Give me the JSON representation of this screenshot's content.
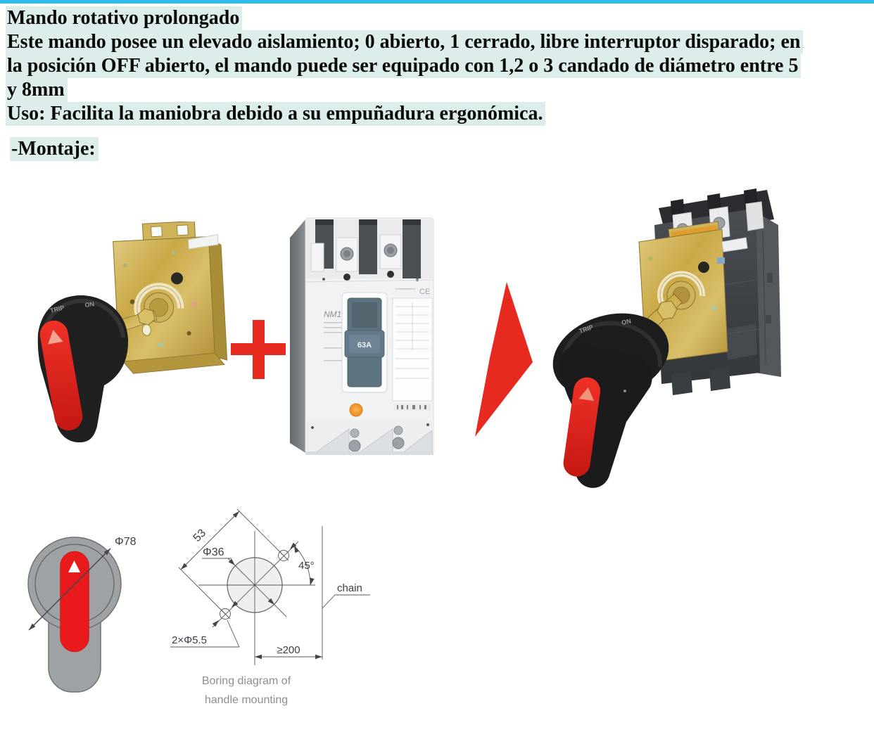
{
  "header": {
    "title": "Mando rotativo prolongado",
    "body_lines": [
      "Este mando posee un elevado aislamiento; 0 abierto, 1 cerrado, libre interruptor disparado; en",
      "la posición OFF abierto, el mando puede ser equipado con 1,2 o 3 candado de diámetro entre 5",
      "y 8mm"
    ],
    "uso_line": "Uso: Facilita la maniobra debido a su empuñadura ergonómica.",
    "montaje_label": "-Montaje:"
  },
  "assembly_figure": {
    "plus_sign": "+",
    "handle_trip_label": "TRIP",
    "handle_on_label": "ON",
    "breaker_model": "NM1",
    "breaker_rating": "63A",
    "breaker_ce_mark": "CE"
  },
  "boring_diagram": {
    "dim_handle_diameter": "Φ78",
    "dim_hole_spacing": "53",
    "dim_center_hole": "Φ36",
    "dim_angle": "45°",
    "dim_small_holes": "2×Φ5.5",
    "dim_min_distance": "≥200",
    "chain_label": "chain",
    "caption_line1": "Boring diagram of",
    "caption_line2": "handle mounting"
  },
  "colors": {
    "top_bar": "#2ebcec",
    "text_highlight": "#dcedec",
    "accent_red": "#e62a1f",
    "handle_gray": "#9fa2a5",
    "brass": "#c9a846"
  }
}
